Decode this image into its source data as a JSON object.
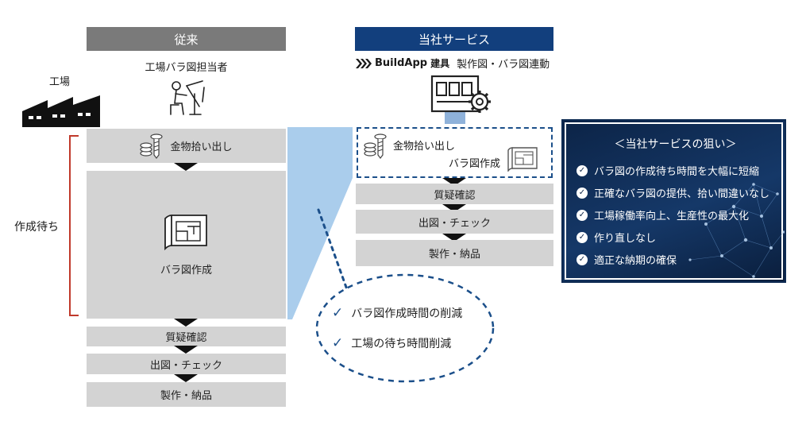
{
  "conventional": {
    "header": "従来",
    "person_label": "工場バラ図担当者",
    "factory_label": "工場",
    "waiting_label": "作成待ち",
    "steps": [
      "金物拾い出し",
      "バラ図作成",
      "質疑確認",
      "出図・チェック",
      "製作・納品"
    ]
  },
  "service": {
    "header": "当社サービス",
    "brand_name": "BuildApp",
    "brand_product": "建具",
    "brand_tagline": "製作図・バラ図連動",
    "dashed_items": [
      "金物拾い出し",
      "バラ図作成"
    ],
    "steps": [
      "質疑確認",
      "出図・チェック",
      "製作・納品"
    ]
  },
  "purpose": {
    "title": "＜当社サービスの狙い＞",
    "items": [
      "バラ図の作成待ち時間を大幅に短縮",
      "正確なバラ図の提供、拾い間違いなし",
      "工場稼働率向上、生産性の最大化",
      "作り直しなし",
      "適正な納期の確保"
    ]
  },
  "benefits": [
    "バラ図作成時間の削減",
    "工場の待ち時間削減"
  ],
  "colors": {
    "conventional_header": "#7a7a7a",
    "service_header": "#123f7d",
    "step_box": "#d3d3d3",
    "waiting_bracket": "#c0392b",
    "highlight": "#aacdec",
    "dashed": "#1b4f8a",
    "purpose_bg": "#0c2447"
  }
}
